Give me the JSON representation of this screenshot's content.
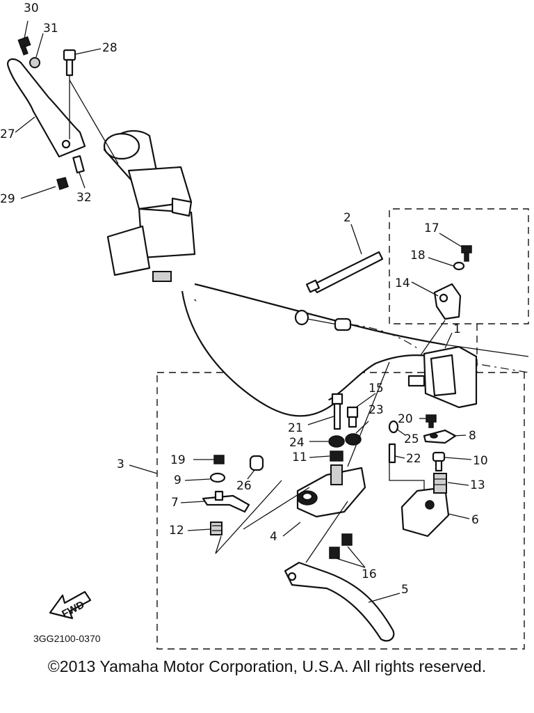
{
  "diagram": {
    "callouts": {
      "p1": "1",
      "p2": "2",
      "p3": "3",
      "p4": "4",
      "p5": "5",
      "p6": "6",
      "p7": "7",
      "p8": "8",
      "p9": "9",
      "p10": "10",
      "p11": "11",
      "p12": "12",
      "p13": "13",
      "p14": "14",
      "p15": "15",
      "p16": "16",
      "p17": "17",
      "p18": "18",
      "p19": "19",
      "p20": "20",
      "p21": "21",
      "p22": "22",
      "p23": "23",
      "p24": "24",
      "p25": "25",
      "p26": "26",
      "p27": "27",
      "p28": "28",
      "p29": "29",
      "p30": "30",
      "p31": "31",
      "p32": "32"
    },
    "fwd_label": "FWD",
    "diagram_code": "3GG2100-0370"
  },
  "footer": {
    "copyright": "©2013 Yamaha Motor Corporation, U.S.A. All rights reserved."
  }
}
